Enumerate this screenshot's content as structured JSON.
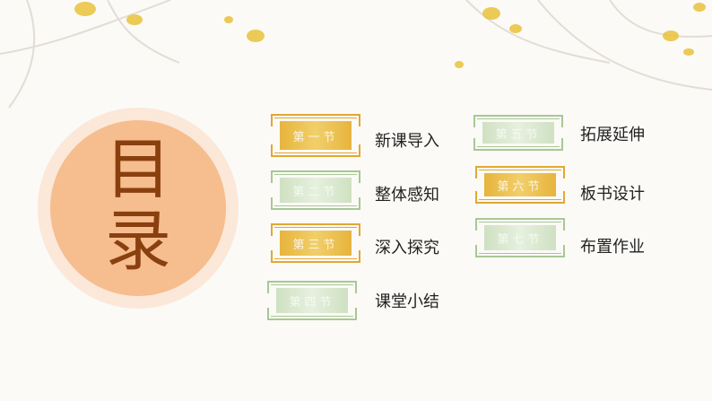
{
  "title_chars": [
    "目",
    "录"
  ],
  "colors": {
    "gold": "#e7b43d",
    "green": "#a9c795",
    "badge": "#f6bd8f",
    "badge_text": "#8a3f0f"
  },
  "items": [
    {
      "tag": "第一节",
      "style": "gold",
      "label": "新课导入"
    },
    {
      "tag": "第二节",
      "style": "green",
      "label": "整体感知"
    },
    {
      "tag": "第三节",
      "style": "gold",
      "label": "深入探究"
    },
    {
      "tag": "第四节",
      "style": "green",
      "label": "课堂小结"
    },
    {
      "tag": "第五节",
      "style": "green",
      "label": "拓展延伸"
    },
    {
      "tag": "第六节",
      "style": "gold",
      "label": "板书设计"
    },
    {
      "tag": "第七节",
      "style": "green",
      "label": "布置作业"
    }
  ]
}
